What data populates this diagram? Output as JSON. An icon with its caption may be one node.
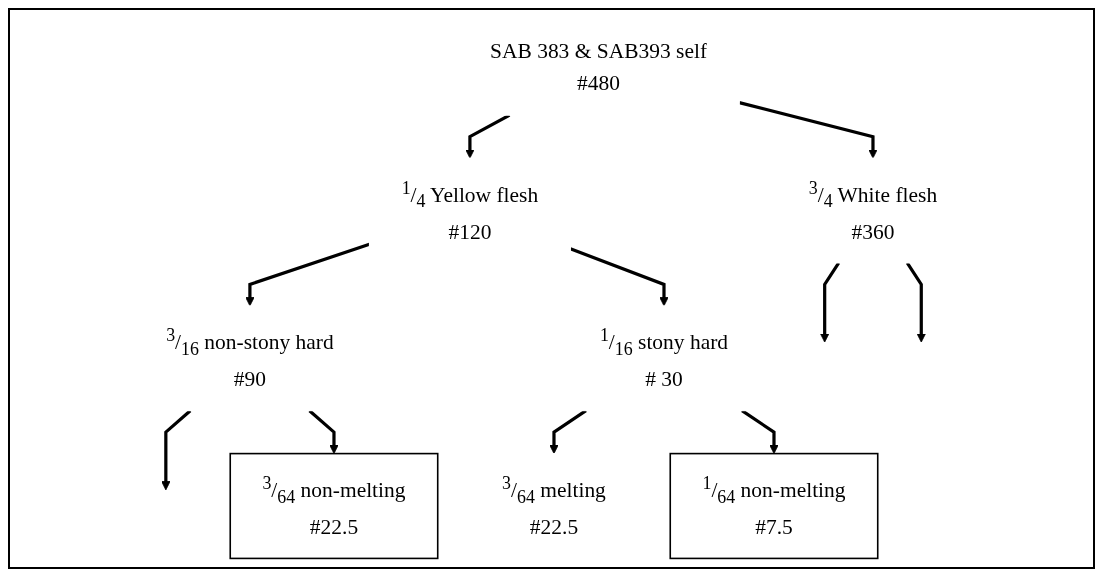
{
  "diagram": {
    "nodes": [
      {
        "text": [
          "SAB 383 & SAB393 self",
          "#480"
        ]
      },
      {
        "text": [
          "$^{3}$/$_{4}$ White flesh",
          "#360"
        ]
      },
      {
        "text": [
          "$^{1}$/$_{4}$ Yellow flesh",
          "#120"
        ]
      },
      {
        "text": [
          "$^{3}$/$_{16}$ non-stony hard",
          "#90"
        ]
      },
      {
        "text": [
          "$^{1}$/$_{16}$ stony hard",
          "# 30"
        ]
      },
      {
        "text": [
          "$^{3}$/$_{64}$ non-melting",
          "#22.5"
        ]
      },
      {
        "text": [
          "$^{3}$/$_{64}$ melting",
          "#22.5"
        ]
      },
      {
        "text": [
          "$^{1}$/$_{64}$ non-melting",
          "#7.5"
        ]
      }
    ],
    "edges": [
      {
        "from": 0,
        "to": 1,
        "arrow": "to"
      },
      {
        "from": 0,
        "to": 2,
        "arrow": "to"
      },
      {
        "from": 1,
        "to": null,
        "arrow": "to"
      },
      {
        "from": 1,
        "to": null,
        "arrow": "to"
      },
      {
        "from": 2,
        "to": 3,
        "arrow": "to"
      },
      {
        "from": 2,
        "to": 4,
        "arrow": "to"
      },
      {
        "from": 3,
        "to": null,
        "arrow": "to"
      },
      {
        "from": 3,
        "to": 5,
        "arrow": "to"
      },
      {
        "from": 4,
        "to": 6,
        "arrow": "to"
      },
      {
        "from": 4,
        "to": 7,
        "arrow": "to"
      }
    ]
  }
}
